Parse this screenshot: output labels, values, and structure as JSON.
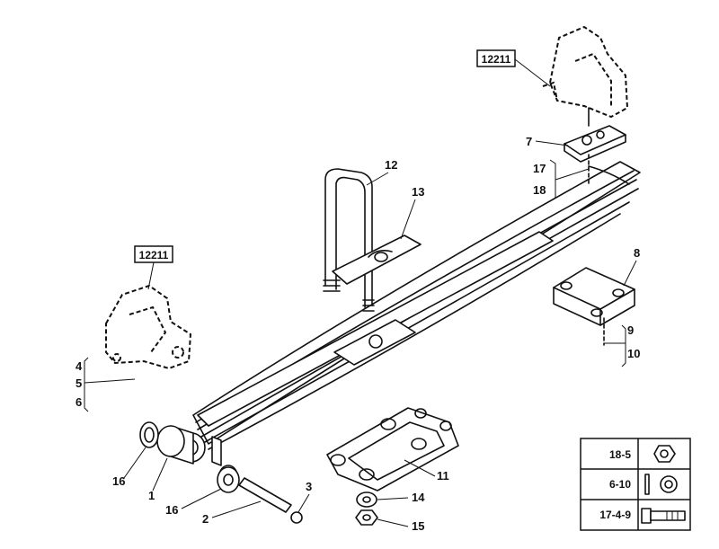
{
  "diagram": {
    "ref_labels": [
      "12211",
      "12211"
    ],
    "callouts": {
      "c1": "1",
      "c2": "2",
      "c3": "3",
      "c4": "4",
      "c5": "5",
      "c6": "6",
      "c7": "7",
      "c8": "8",
      "c9": "9",
      "c10": "10",
      "c11": "11",
      "c12": "12",
      "c13": "13",
      "c14": "14",
      "c15": "15",
      "c16a": "16",
      "c16b": "16",
      "c17": "17",
      "c18": "18"
    },
    "legend": {
      "rows": [
        {
          "label": "18-5",
          "icon": "nut-icon"
        },
        {
          "label": "6-10",
          "icon": "washer-icon"
        },
        {
          "label": "17-4-9",
          "icon": "bolt-icon"
        }
      ]
    }
  }
}
